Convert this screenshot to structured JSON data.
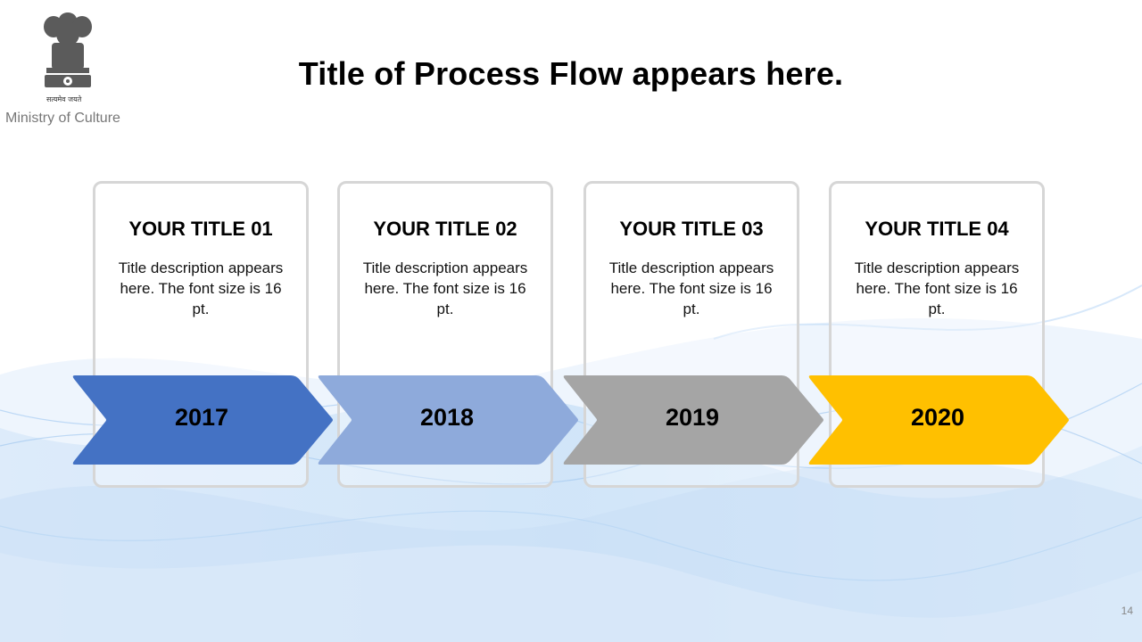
{
  "header": {
    "motto": "सत्यमेव जयते",
    "org": "Ministry of Culture",
    "title": "Title of Process Flow appears here."
  },
  "steps": [
    {
      "title": "YOUR TITLE 01",
      "desc": "Title description appears here. The font size is 16 pt.",
      "year": "2017",
      "color": "#4472c4"
    },
    {
      "title": "YOUR TITLE 02",
      "desc": "Title description appears here. The font size is 16 pt.",
      "year": "2018",
      "color": "#8eaadb"
    },
    {
      "title": "YOUR TITLE 03",
      "desc": "Title description appears here. The font size is 16 pt.",
      "year": "2019",
      "color": "#a5a5a5"
    },
    {
      "title": "YOUR TITLE 04",
      "desc": "Title description appears here. The font size is 16 pt.",
      "year": "2020",
      "color": "#ffc000"
    }
  ],
  "footer": {
    "page": "14"
  }
}
